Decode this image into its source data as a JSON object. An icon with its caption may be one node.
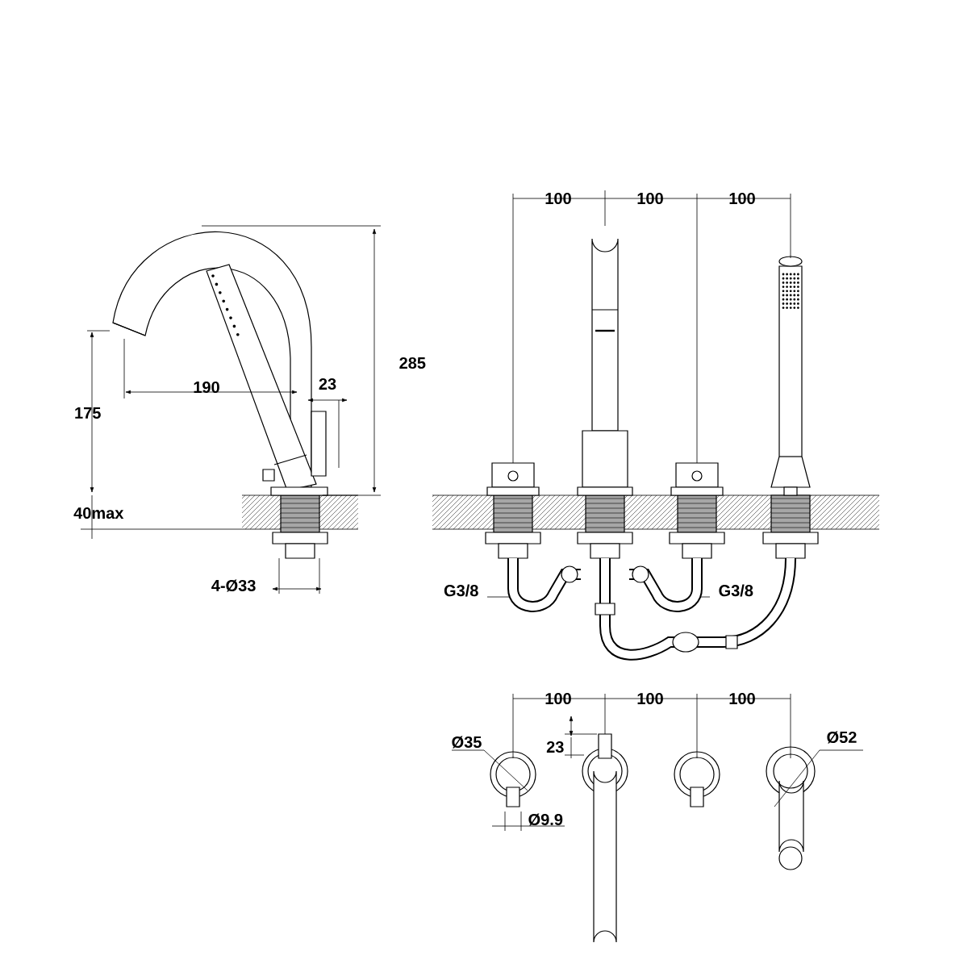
{
  "diagram": {
    "labels": [
      "285",
      "190",
      "23",
      "175",
      "40max",
      "4-Ø33",
      "100",
      "100",
      "100",
      "G3/8",
      "G3/8",
      "100",
      "100",
      "100",
      "Ø35",
      "23",
      "Ø52",
      "Ø9.9"
    ]
  }
}
